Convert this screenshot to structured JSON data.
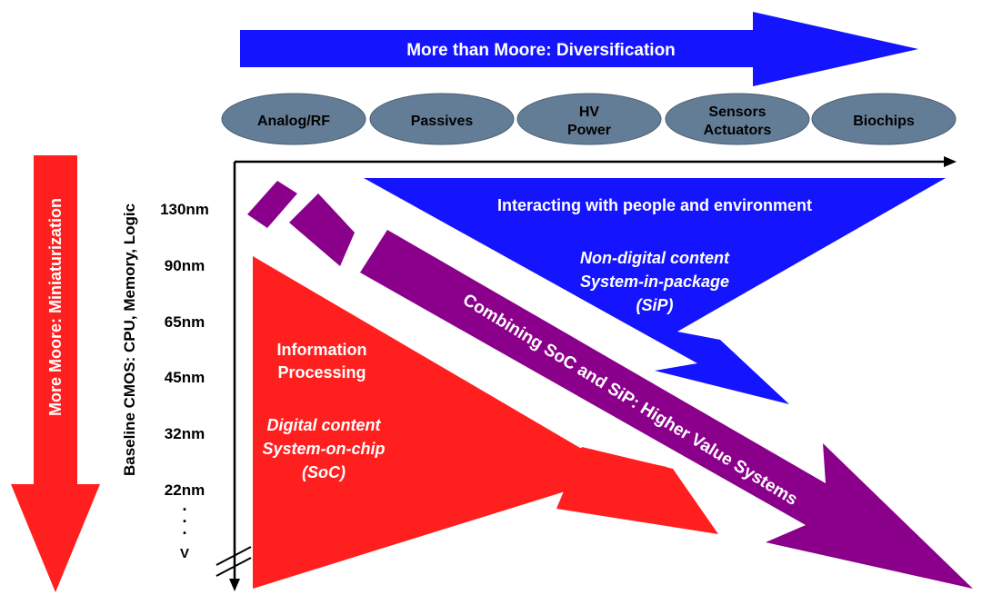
{
  "colors": {
    "blue": "#1414ff",
    "red": "#ff1f1f",
    "purple": "#8b008b",
    "ellipse_fill": "#647d96",
    "axis": "#000000",
    "text_light": "#ffffff",
    "text_dark": "#000000"
  },
  "top_arrow": {
    "label": "More than Moore:  Diversification"
  },
  "categories": [
    {
      "lines": [
        "Analog/RF"
      ]
    },
    {
      "lines": [
        "Passives"
      ]
    },
    {
      "lines": [
        "HV",
        "Power"
      ]
    },
    {
      "lines": [
        "Sensors",
        "Actuators"
      ]
    },
    {
      "lines": [
        "Biochips"
      ]
    }
  ],
  "left_arrow": {
    "label": "More Moore:  Miniaturization"
  },
  "y_axis_title": "Baseline CMOS:  CPU, Memory, Logic",
  "nodes": [
    "130nm",
    "90nm",
    "65nm",
    "45nm",
    "32nm",
    "22nm"
  ],
  "ellipsis": ".",
  "v_marker": "V",
  "blue_triangle": {
    "title": "Interacting with people and environment",
    "italic_lines": [
      "Non-digital content",
      "System-in-package",
      "(SiP)"
    ]
  },
  "red_triangle": {
    "title_lines": [
      "Information",
      "Processing"
    ],
    "italic_lines": [
      "Digital content",
      "System-on-chip",
      "(SoC)"
    ]
  },
  "purple_band": {
    "label": "Combining SoC and SiP:  Higher Value Systems"
  }
}
